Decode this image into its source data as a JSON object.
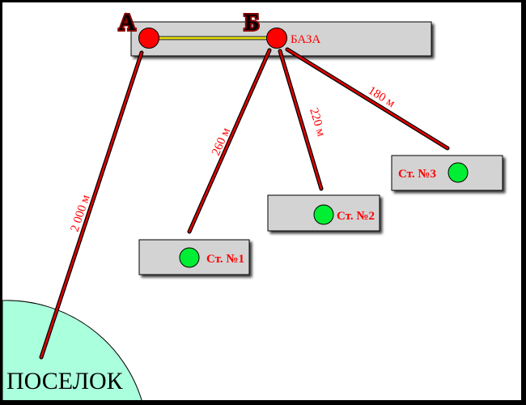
{
  "colors": {
    "route_line": "#e00000",
    "route_outline": "#000000",
    "point_fill": "#ff0000",
    "station_fill": "#00ee33",
    "box_fill": "#d3d3d3",
    "village_fill": "#aaffdd",
    "connector_line": "#e8e000",
    "label_red": "#ff0000"
  },
  "points": {
    "a_label": "А",
    "b_label": "Б",
    "base_label": "БАЗА"
  },
  "stations": [
    {
      "label": "Ст. №1"
    },
    {
      "label": "Ст. №2"
    },
    {
      "label": "Ст. №3"
    }
  ],
  "distances": {
    "to_village": "2 000 м",
    "to_st1": "260 м",
    "to_st2": "220 м",
    "to_st3": "180 м"
  },
  "village": {
    "label": "ПОСЕЛОК"
  }
}
